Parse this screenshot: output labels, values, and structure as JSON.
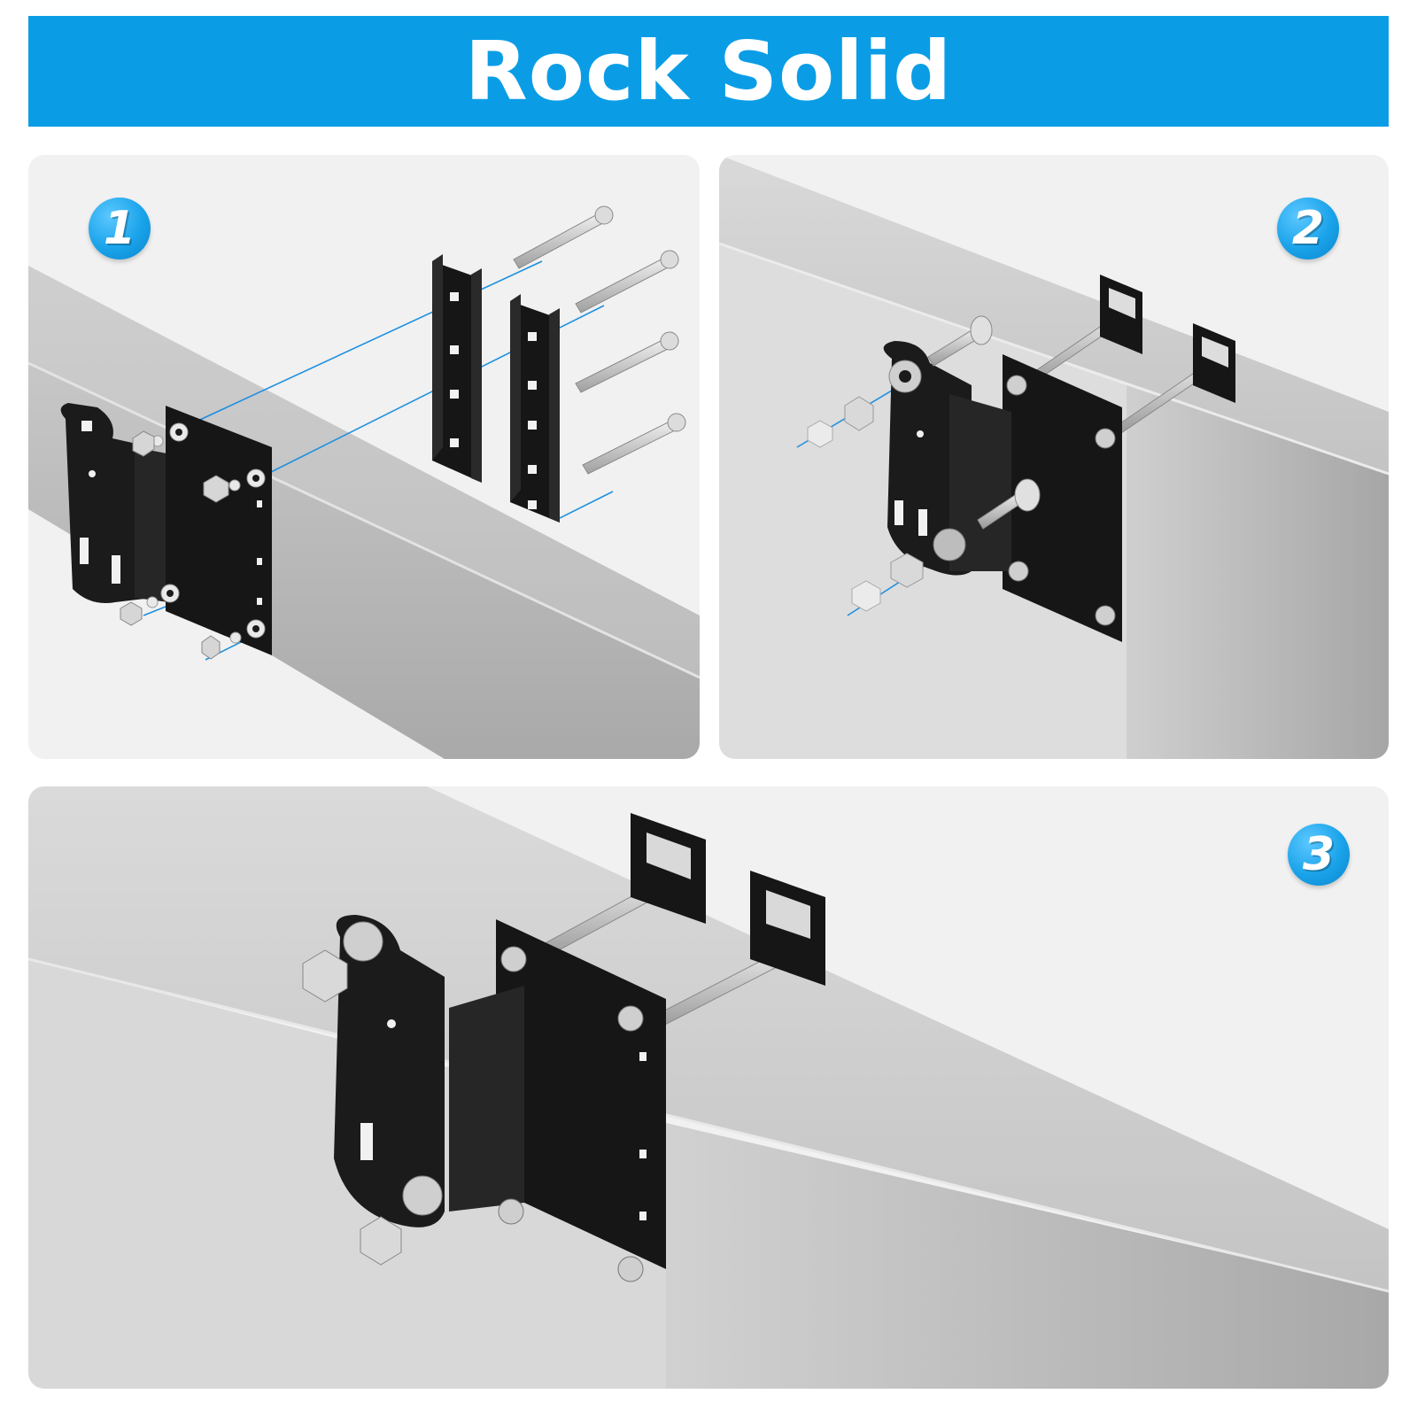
{
  "banner": {
    "title": "Rock Solid",
    "color": "#0a9de6"
  },
  "steps": [
    {
      "label": "1"
    },
    {
      "label": "2"
    },
    {
      "label": "3"
    }
  ],
  "colors": {
    "badge": "#1aa3ea",
    "bracket": "#1b1b1b",
    "tube": "#b9b9b9",
    "guide_line": "#1e90e0"
  }
}
